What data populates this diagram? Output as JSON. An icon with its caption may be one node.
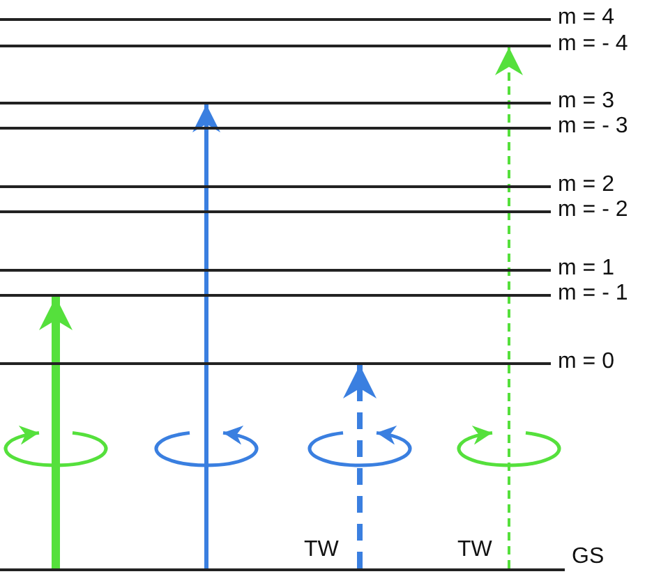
{
  "diagram": {
    "nodes": [
      {
        "text": [
          "m = 4"
        ]
      },
      {
        "text": [
          "m = - 4"
        ]
      },
      {
        "text": [
          "m = 3"
        ]
      },
      {
        "text": [
          "m = - 3"
        ]
      },
      {
        "text": [
          "m = 2"
        ]
      },
      {
        "text": [
          "m = - 2"
        ]
      },
      {
        "text": [
          "m = 1"
        ]
      },
      {
        "text": [
          "m = - 1"
        ]
      },
      {
        "text": [
          "m = 0"
        ]
      },
      {
        "text": [
          "GS"
        ]
      }
    ],
    "edges": [
      {
        "from": 9,
        "to": 7,
        "arrow": "to",
        "style": "thick",
        "color": "#55e03c"
      },
      {
        "from": 9,
        "to": 2,
        "arrow": "to",
        "color": "#3a7fe0"
      },
      {
        "from": 9,
        "to": 8,
        "arrow": "to",
        "style": "dashed",
        "color": "#3a7fe0"
      },
      {
        "from": 9,
        "to": 1,
        "arrow": "to",
        "style": "dashed",
        "color": "#55e03c"
      }
    ],
    "labels": [
      "TW",
      "TW"
    ]
  }
}
